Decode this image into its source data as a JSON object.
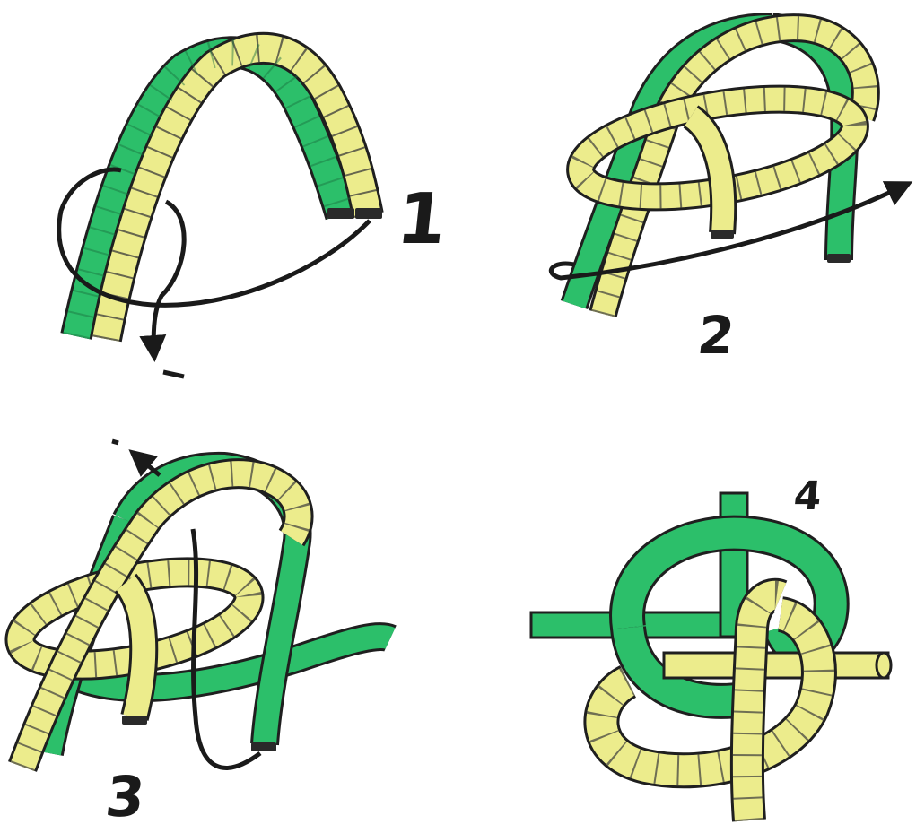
{
  "steps": [
    {
      "label": "1"
    },
    {
      "label": "2"
    },
    {
      "label": "3"
    },
    {
      "label": "4"
    }
  ],
  "colors": {
    "green_rope": "#2cbf6a",
    "yellow_rope": "#ecec8c",
    "outline": "#1f1f1f",
    "arrow": "#1a1a1a",
    "background": "#ffffff"
  }
}
